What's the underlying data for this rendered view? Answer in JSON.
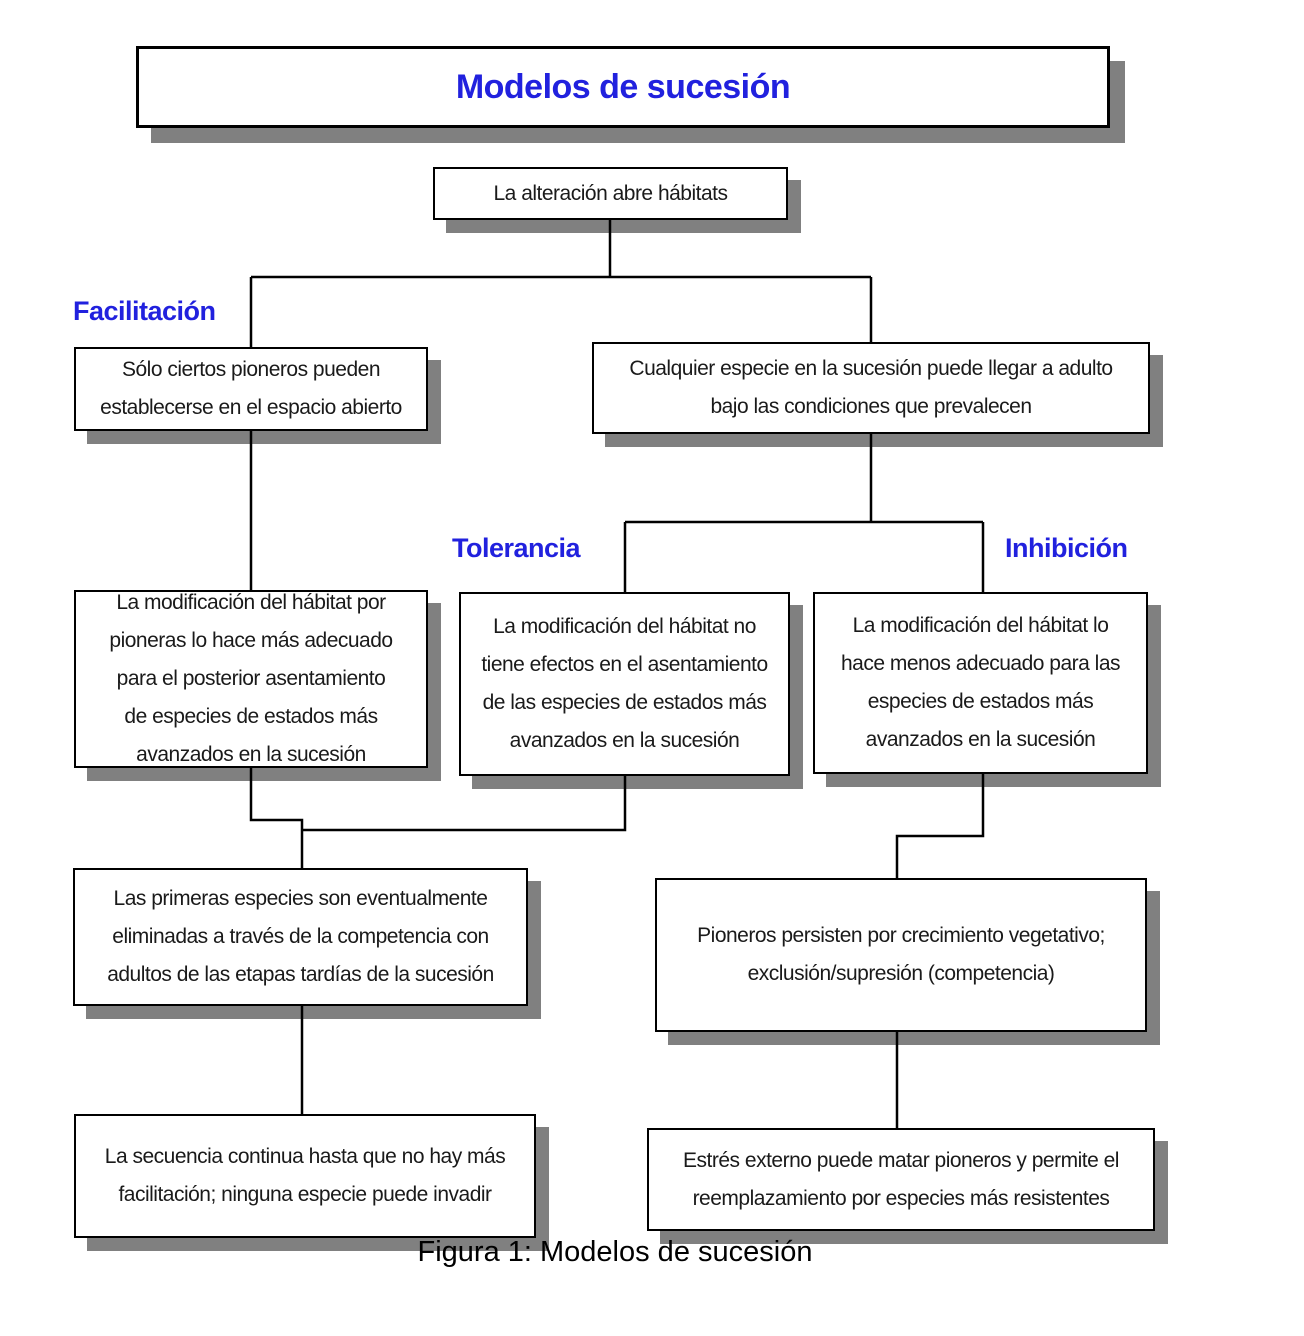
{
  "colors": {
    "heading_blue": "#2121de",
    "box_shadow_gray": "#808080",
    "line_black": "#000000",
    "background": "#ffffff"
  },
  "diagram": {
    "title": "Modelos de sucesión",
    "caption": "Figura 1: Modelos de sucesión",
    "branch_labels": {
      "facilitacion": "Facilitación",
      "tolerancia": "Tolerancia",
      "inhibicion": "Inhibición"
    },
    "nodes": {
      "alteracion": "La alteración abre hábitats",
      "facilitacion_step1": "Sólo ciertos pioneros pueden\nestablecerse en el espacio abierto",
      "cualquier_especie": "Cualquier especie en la sucesión puede llegar a adulto\nbajo las condiciones que prevalecen",
      "facilitacion_step2": "La modificación del hábitat por\npioneras lo hace más adecuado\npara el posterior asentamiento\nde especies de estados más\navanzados en la sucesión",
      "tolerancia_step1": "La modificación del hábitat no\ntiene efectos en el asentamiento\nde las especies de estados más\navanzados en la sucesión",
      "inhibicion_step1": "La modificación del hábitat lo\nhace menos adecuado para las\nespecies de estados más\navanzados en la sucesión",
      "facilitacion_step3": "Las primeras especies son eventualmente\neliminadas a través de la competencia con\nadultos de las etapas tardías de la sucesión",
      "inhibicion_step2": "Pioneros persisten por crecimiento vegetativo;\nexclusión/supresión (competencia)",
      "facilitacion_step4": "La secuencia continua hasta que no hay más\nfacilitación; ninguna especie puede invadir",
      "inhibicion_step3": "Estrés externo puede matar pioneros y permite el\nreemplazamiento por especies más resistentes"
    }
  }
}
